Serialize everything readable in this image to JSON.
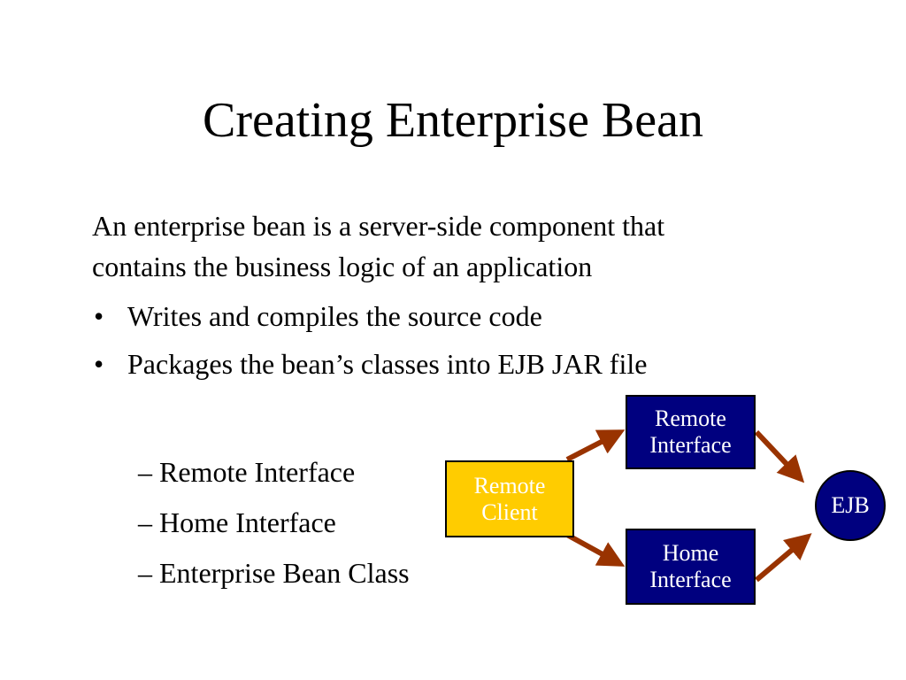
{
  "slide": {
    "title": "Creating Enterprise Bean",
    "intro": {
      "line1": "An enterprise bean is a server-side component that",
      "line2": "contains the business logic of an application"
    },
    "bullets": [
      {
        "mark": "•",
        "text": "Writes and compiles the source code"
      },
      {
        "mark": "•",
        "text": "Packages the bean’s classes into EJB JAR file"
      }
    ],
    "sub_items": [
      {
        "text": "– Remote Interface"
      },
      {
        "text": "– Home Interface"
      },
      {
        "text": "– Enterprise Bean Class"
      }
    ]
  },
  "diagram": {
    "remote_client": {
      "line1": "Remote",
      "line2": "Client"
    },
    "remote_interface": {
      "line1": "Remote",
      "line2": "Interface"
    },
    "home_interface": {
      "line1": "Home",
      "line2": "Interface"
    },
    "ejb": {
      "label": "EJB"
    },
    "colors": {
      "navy": "#00007f",
      "client_yellow": "#ffcc00",
      "arrow_brown": "#993300"
    }
  }
}
